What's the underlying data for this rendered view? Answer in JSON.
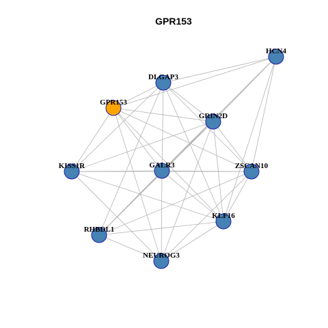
{
  "title": "GPR153",
  "colors": {
    "focus_node": "#ffa500",
    "node": "#4682b4",
    "node_border": "#1a1aa6",
    "edge": "#b3b3b3"
  },
  "focus": "GPR153",
  "nodes": [
    "HCN4",
    "DLGAP3",
    "GPR153",
    "GRIN2D",
    "KISS1R",
    "GALR3",
    "ZSCAN10",
    "KLF16",
    "RHBDL1",
    "NEUROG3"
  ],
  "edges": [
    [
      "HCN4",
      "DLGAP3"
    ],
    [
      "HCN4",
      "GPR153"
    ],
    [
      "HCN4",
      "GRIN2D"
    ],
    [
      "HCN4",
      "GALR3"
    ],
    [
      "HCN4",
      "ZSCAN10"
    ],
    [
      "HCN4",
      "KLF16"
    ],
    [
      "HCN4",
      "RHBDL1"
    ],
    [
      "DLGAP3",
      "GPR153"
    ],
    [
      "DLGAP3",
      "KISS1R"
    ],
    [
      "DLGAP3",
      "GALR3"
    ],
    [
      "DLGAP3",
      "ZSCAN10"
    ],
    [
      "DLGAP3",
      "KLF16"
    ],
    [
      "DLGAP3",
      "RHBDL1"
    ],
    [
      "DLGAP3",
      "GRIN2D"
    ],
    [
      "GPR153",
      "GRIN2D"
    ],
    [
      "GPR153",
      "KISS1R"
    ],
    [
      "GPR153",
      "GALR3"
    ],
    [
      "GPR153",
      "ZSCAN10"
    ],
    [
      "GPR153",
      "KLF16"
    ],
    [
      "GPR153",
      "NEUROG3"
    ],
    [
      "GRIN2D",
      "KISS1R"
    ],
    [
      "GRIN2D",
      "GALR3"
    ],
    [
      "GRIN2D",
      "ZSCAN10"
    ],
    [
      "GRIN2D",
      "KLF16"
    ],
    [
      "GRIN2D",
      "RHBDL1"
    ],
    [
      "GRIN2D",
      "NEUROG3"
    ],
    [
      "KISS1R",
      "GALR3"
    ],
    [
      "KISS1R",
      "ZSCAN10"
    ],
    [
      "KISS1R",
      "KLF16"
    ],
    [
      "KISS1R",
      "NEUROG3"
    ],
    [
      "GALR3",
      "ZSCAN10"
    ],
    [
      "GALR3",
      "KLF16"
    ],
    [
      "GALR3",
      "RHBDL1"
    ],
    [
      "GALR3",
      "NEUROG3"
    ],
    [
      "ZSCAN10",
      "KLF16"
    ],
    [
      "ZSCAN10",
      "RHBDL1"
    ],
    [
      "ZSCAN10",
      "NEUROG3"
    ],
    [
      "KLF16",
      "RHBDL1"
    ],
    [
      "KLF16",
      "NEUROG3"
    ],
    [
      "RHBDL1",
      "NEUROG3"
    ]
  ]
}
